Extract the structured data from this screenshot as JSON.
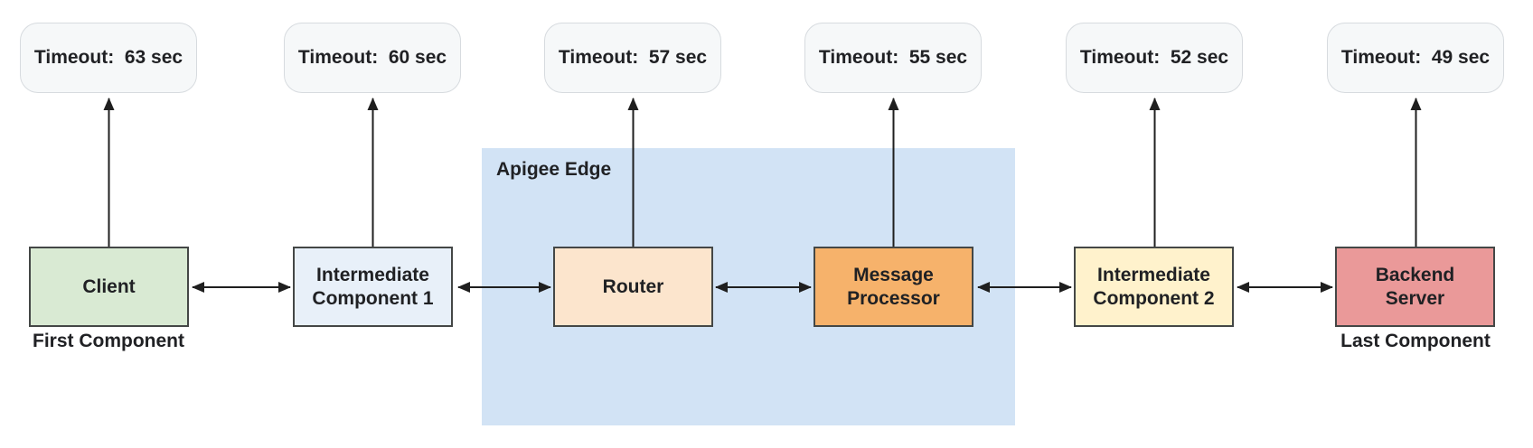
{
  "region": {
    "label": "Apigee Edge"
  },
  "columns": [
    {
      "id": "client",
      "timeout_text": "Timeout:  63 sec",
      "component_label": "Client",
      "color": "#d9ead3",
      "caption": "First Component"
    },
    {
      "id": "intermediate-component-1",
      "timeout_text": "Timeout:  60 sec",
      "component_label": "Intermediate\nComponent 1",
      "color": "#e8f0f9"
    },
    {
      "id": "router",
      "timeout_text": "Timeout:  57 sec",
      "component_label": "Router",
      "color": "#fce5cd"
    },
    {
      "id": "message-processor",
      "timeout_text": "Timeout:  55 sec",
      "component_label": "Message\nProcessor",
      "color": "#f6b26b"
    },
    {
      "id": "intermediate-component-2",
      "timeout_text": "Timeout:  52 sec",
      "component_label": "Intermediate\nComponent 2",
      "color": "#fff2cc"
    },
    {
      "id": "backend-server",
      "timeout_text": "Timeout:  49 sec",
      "component_label": "Backend\nServer",
      "color": "#ea9999",
      "caption": "Last Component"
    }
  ],
  "colors": {
    "apigee_region": "#d2e3f5",
    "timeout_fill": "#f6f8f9",
    "timeout_border": "#d7dbdf",
    "box_border": "#444746",
    "arrow": "#1f1f1f",
    "text": "#202124"
  }
}
